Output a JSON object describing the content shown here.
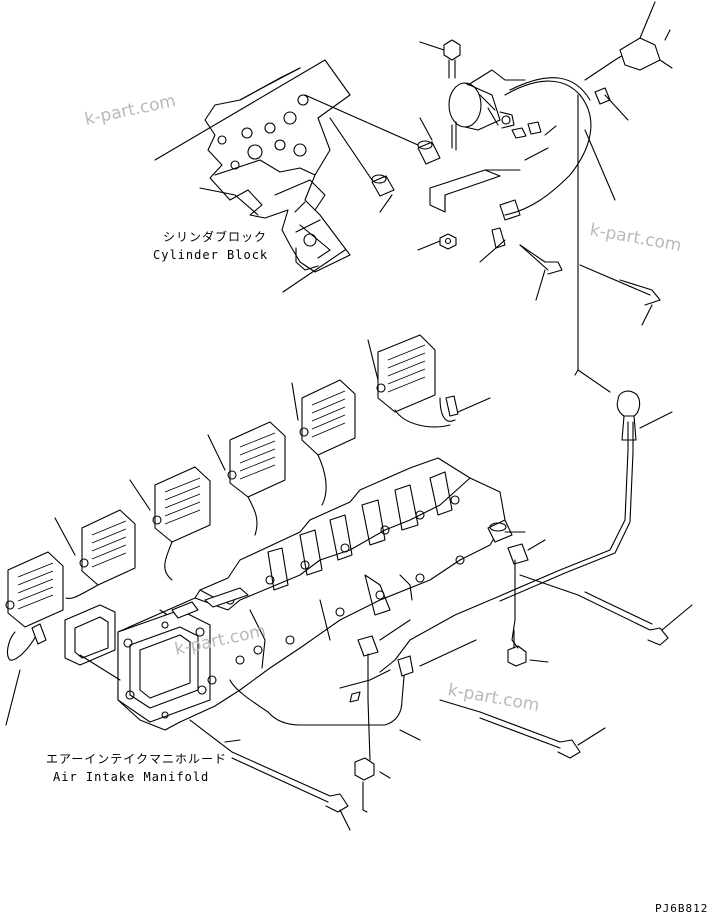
{
  "labels": {
    "cylinder_block_jp": "シリンダブロック",
    "cylinder_block_en": "Cylinder Block",
    "manifold_jp": "エアーインテイクマニホルード",
    "manifold_en": "Air Intake Manifold"
  },
  "drawing_code": "PJ6B812",
  "watermark": "k-part.com"
}
